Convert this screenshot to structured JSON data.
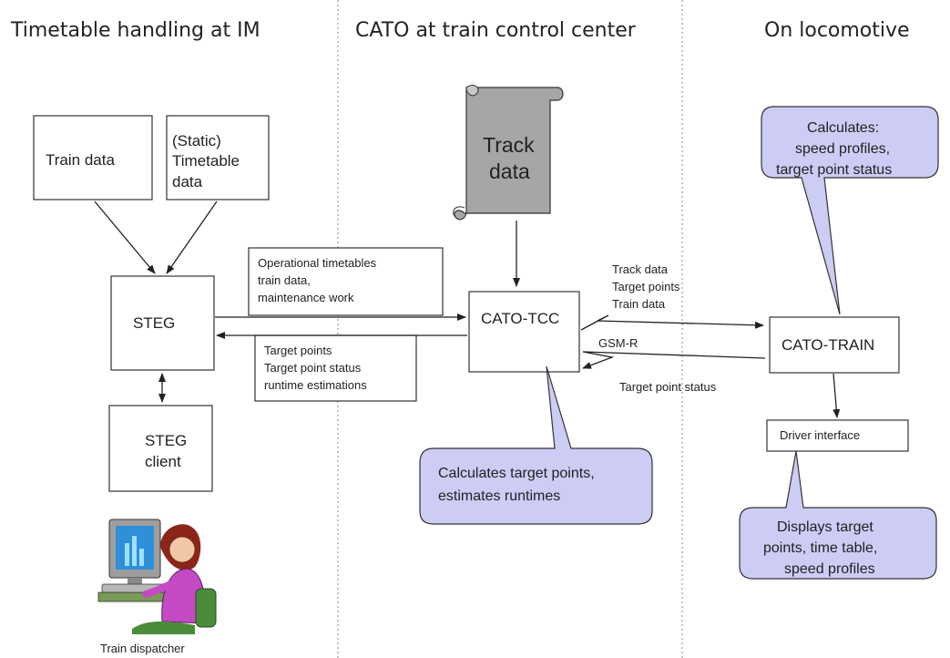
{
  "headers": {
    "im": "Timetable handling at IM",
    "tcc": "CATO at train control center",
    "loco": "On locomotive"
  },
  "boxes": {
    "train_data": "Train data",
    "timetable_line1": "(Static)",
    "timetable_line2": "Timetable",
    "timetable_line3": "data",
    "steg": "STEG",
    "steg_client_line1": "STEG",
    "steg_client_line2": "client",
    "track_data_line1": "Track",
    "track_data_line2": "data",
    "cato_tcc": "CATO-TCC",
    "cato_train": "CATO-TRAIN",
    "driver_interface": "Driver interface"
  },
  "messages": {
    "op_line1": "Operational timetables",
    "op_line2": "train data,",
    "op_line3": "maintenance work",
    "ret_line1": "Target points",
    "ret_line2": "Target point status",
    "ret_line3": "runtime estimations",
    "radio_line1": "Track data",
    "radio_line2": "Target points",
    "radio_line3": "Train data",
    "gsm": "GSM-R",
    "tp_status": "Target point status"
  },
  "callouts": {
    "calc_line1": "Calculates:",
    "calc_line2": "speed profiles,",
    "calc_line3": "target point status",
    "tcc_line1": "Calculates target points,",
    "tcc_line2": "estimates runtimes",
    "disp_line1": "Displays target",
    "disp_line2": "points, time table,",
    "disp_line3": "speed profiles"
  },
  "dispatcher_caption": "Train dispatcher",
  "colors": {
    "callout_fill": "#ccccf5",
    "scroll_fill": "#a6a6a6",
    "separator": "#7f8d9a"
  }
}
